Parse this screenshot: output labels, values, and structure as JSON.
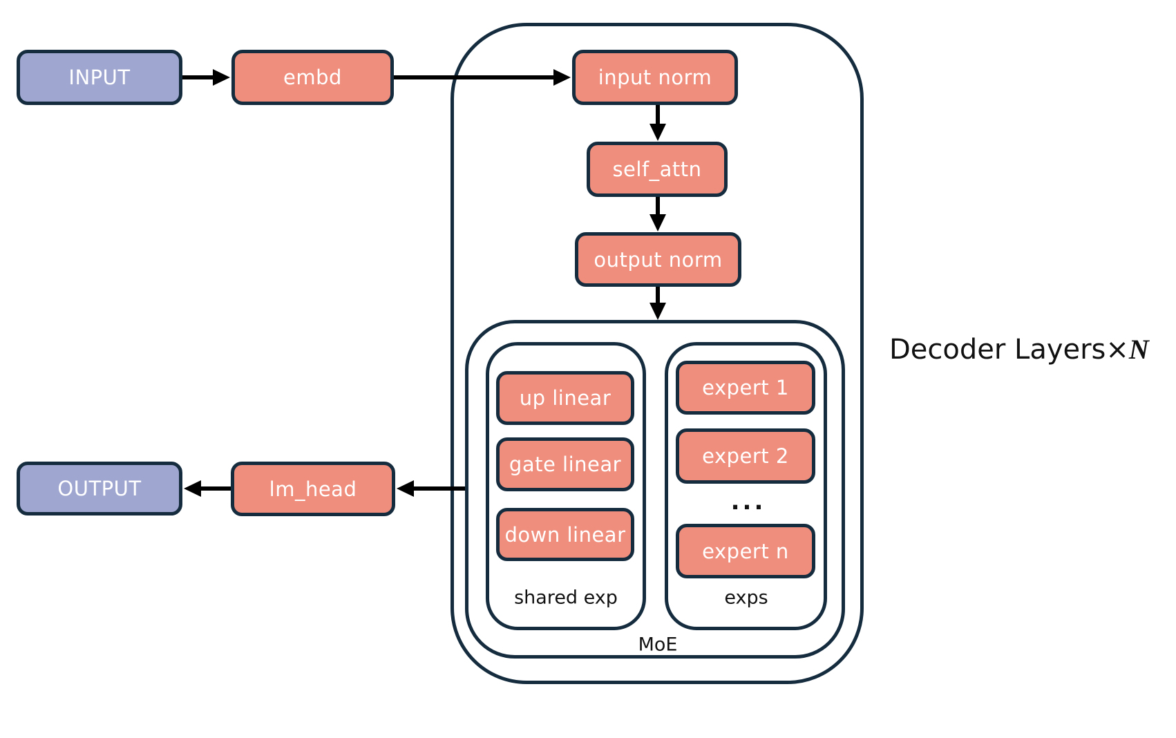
{
  "diagram": {
    "colors": {
      "background": "#ffffff",
      "box_fill": "#EF8E7D",
      "io_fill": "#9FA6D0",
      "border": "#152C3F",
      "arrow": "#000000",
      "box_text": "#ffffff",
      "label_text": "#111111"
    },
    "nodes": {
      "input": "INPUT",
      "embd": "embd",
      "input_norm": "input norm",
      "self_attn": "self_attn",
      "output_norm": "output norm",
      "up_linear": "up linear",
      "gate_linear": "gate linear",
      "down_linear": "down linear",
      "expert_1": "expert 1",
      "expert_2": "expert 2",
      "expert_dots": "...",
      "expert_n": "expert n",
      "lm_head": "lm_head",
      "output": "OUTPUT"
    },
    "labels": {
      "shared_exp": "shared exp",
      "exps": "exps",
      "moe": "MoE",
      "decoder_prefix": "Decoder Layers×",
      "decoder_n": "N"
    }
  }
}
